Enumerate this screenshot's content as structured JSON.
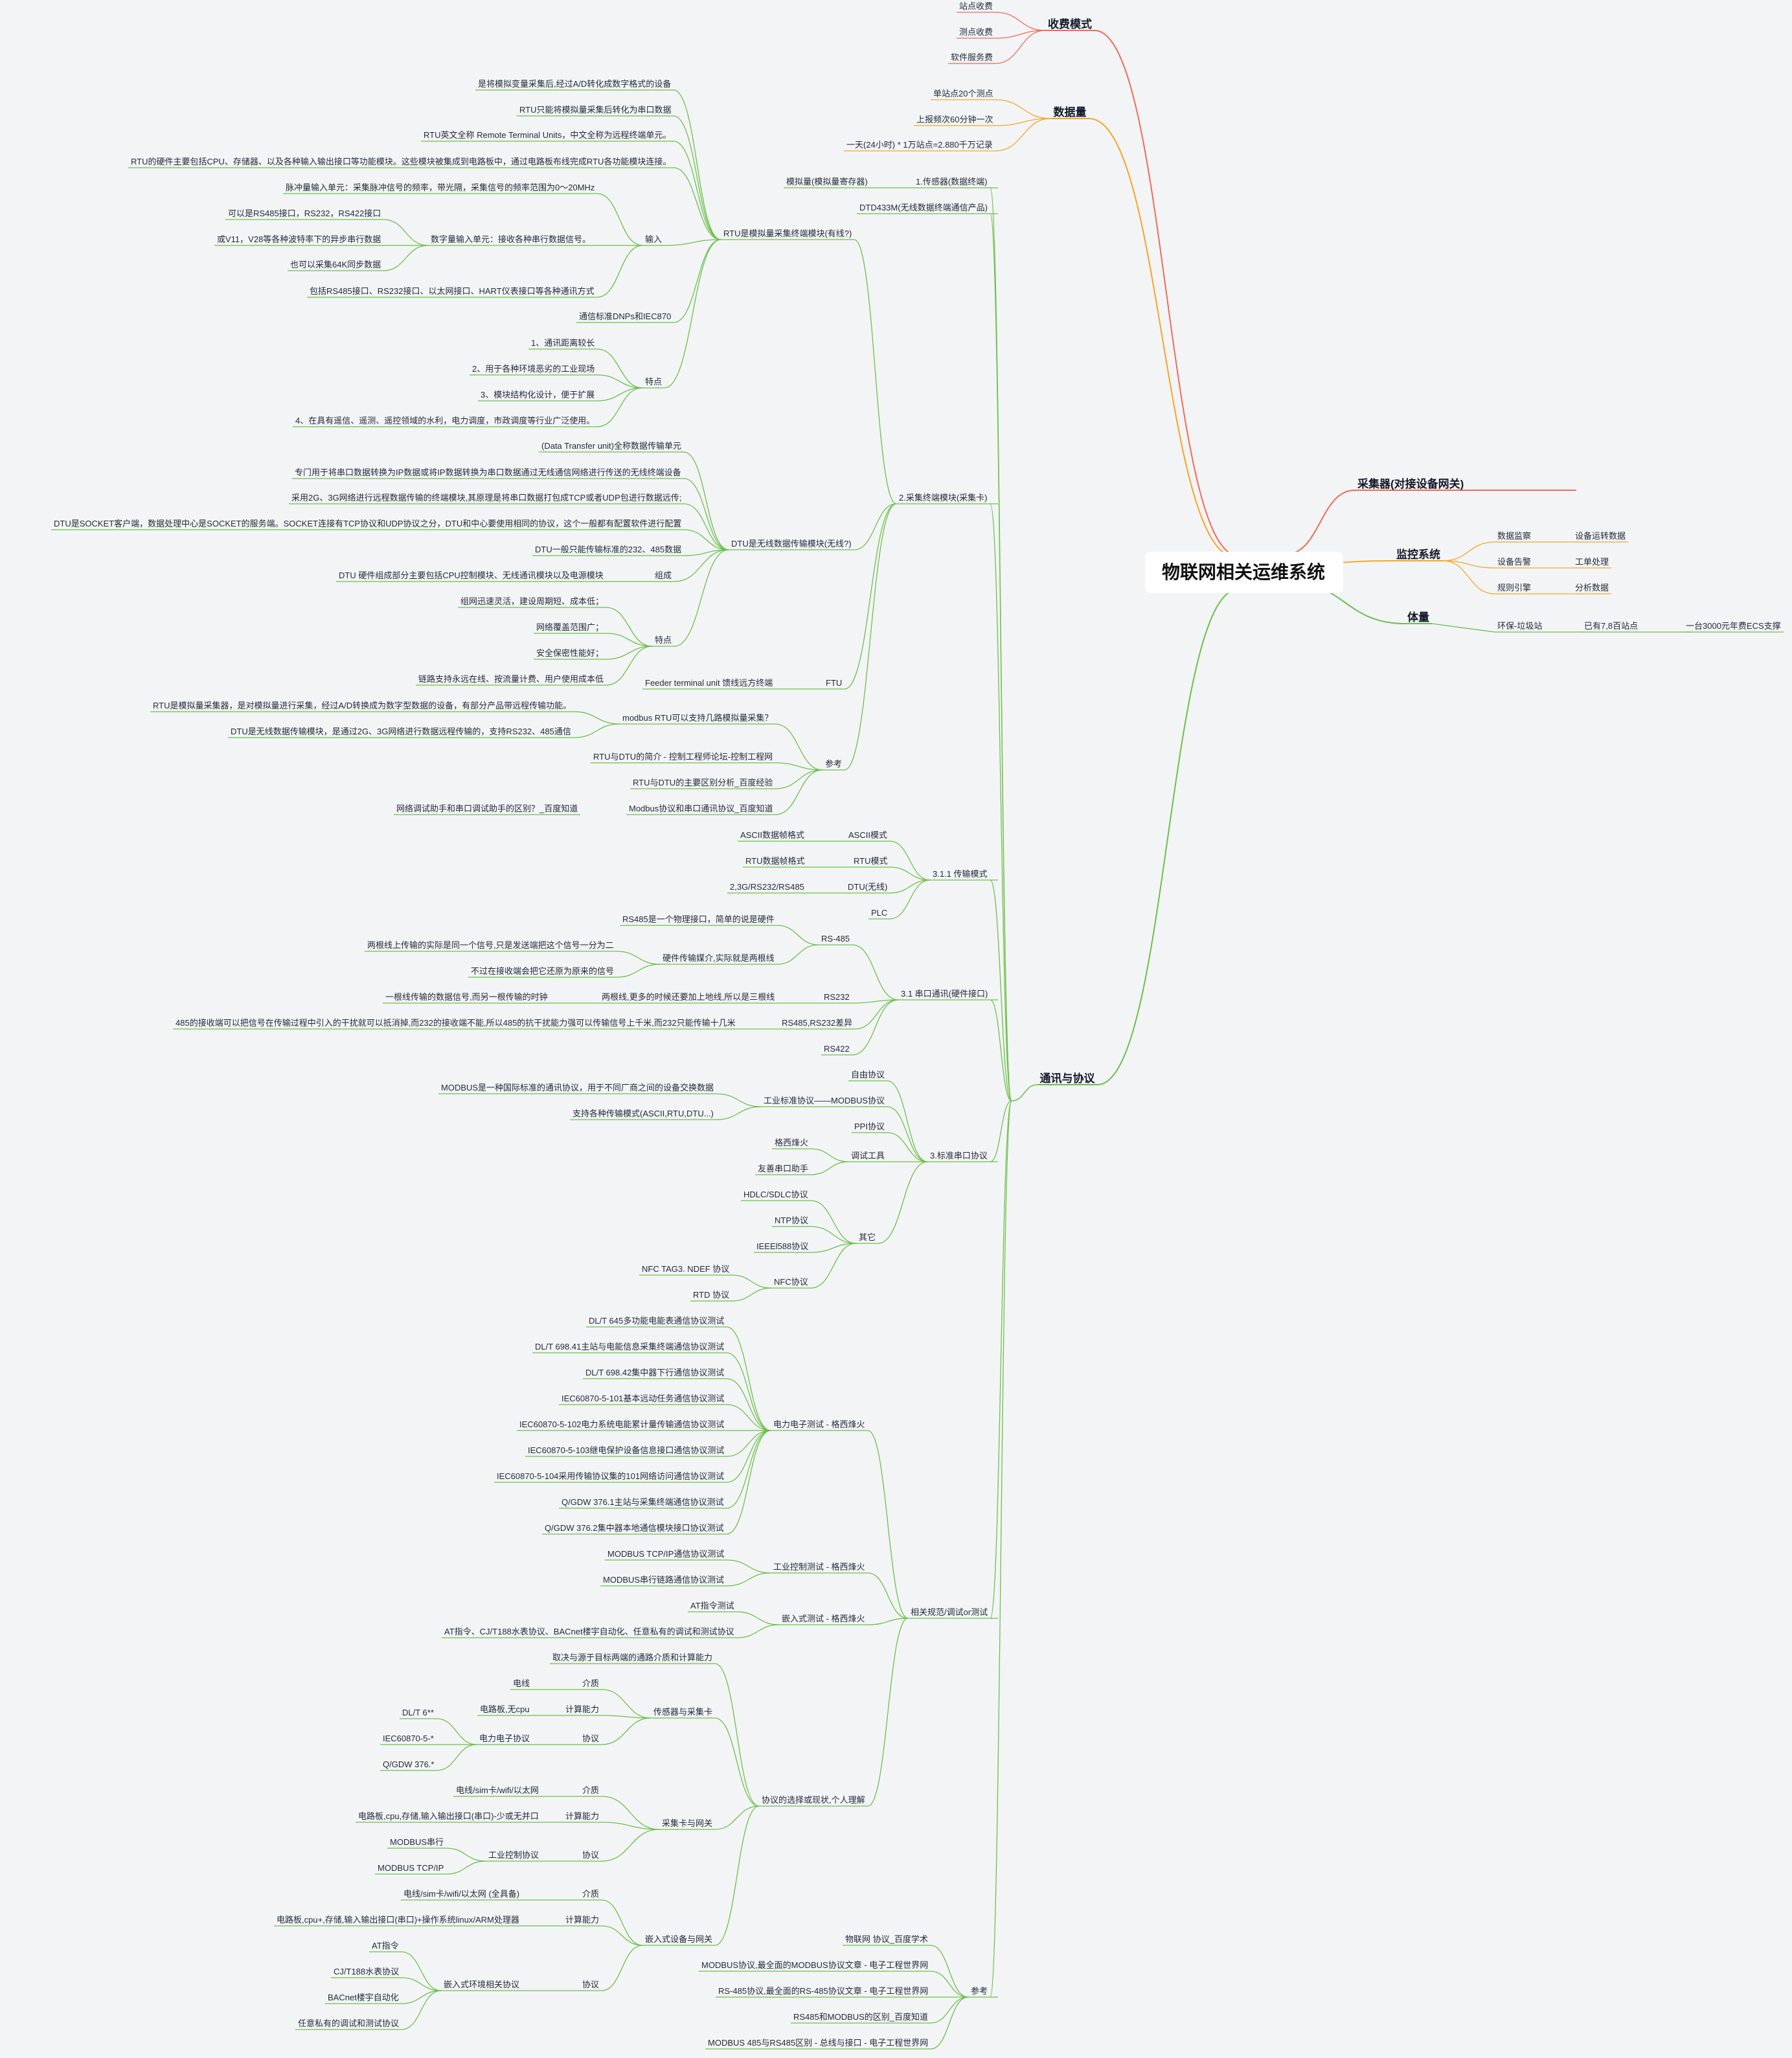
{
  "mindmap": {
    "colors": {
      "fee": "#ef6b5b",
      "data": "#f5a623",
      "sys": "#6cc04a",
      "bg": "#f3f4f6"
    },
    "root": "物联网相关运维系统",
    "branches": {
      "fee": {
        "label": "收费模式",
        "items": [
          "站点收费",
          "测点收费",
          "软件服务费"
        ]
      },
      "data": {
        "label": "数据量",
        "items": [
          "单站点20个测点",
          "上报频次60分钟一次",
          "一天(24小时) * 1万站点=2.880千万记录"
        ]
      },
      "collector": {
        "label": "采集器(对接设备网关)"
      },
      "monitor": {
        "label": "监控系统",
        "items": [
          [
            "数据监察",
            "设备运转数据"
          ],
          [
            "设备告警",
            "工单处理"
          ],
          [
            "规则引擎",
            "分析数据"
          ]
        ]
      },
      "volume": {
        "label": "体量",
        "items": [
          "环保-垃圾站",
          "已有7,8百站点",
          "一台3000元年费ECS支撑"
        ]
      },
      "comm": {
        "label": "通讯与协议"
      }
    },
    "comm": {
      "sensor": [
        "1.传感器(数据终端)",
        "模拟量(模拟量寄存器)"
      ],
      "dtd": "DTD433M(无线数据终端通信产品)",
      "collect_card": "2.采集终端模块(采集卡)",
      "rtu": {
        "label": "RTU是模拟量采集终端模块(有线?)",
        "desc": [
          "是将模拟变量采集后,经过A/D转化成数字格式的设备",
          "RTU只能将模拟量采集后转化为串口数据",
          "RTU英文全称 Remote Terminal Units，中文全称为远程终端单元。",
          "RTU的硬件主要包括CPU、存储器、以及各种输入输出接口等功能模块。这些模块被集成到电路板中，通过电路板布线完成RTU各功能模块连接。"
        ],
        "input": "输入",
        "pulse": "脉冲量输入单元：采集脉冲信号的频率，带光隔，采集信号的频率范围为0～20MHz",
        "digital": "数字量输入单元：接收各种串行数据信号。",
        "digital_items": [
          "可以是RS485接口，RS232，RS422接口",
          "或V11，V28等各种波特率下的异步串行数据",
          "也可以采集64K同步数据"
        ],
        "iface": "包括RS485接口、RS232接口、以太网接口、HART仪表接口等各种通讯方式",
        "std": "通信标准DNPs和IEC870",
        "feat": "特点",
        "feat_items": [
          "1、通讯距离较长",
          "2、用于各种环境恶劣的工业现场",
          "3、模块结构化设计，便于扩展",
          "4、在具有遥信、遥测、遥控领域的水利，电力调度，市政调度等行业广泛使用。"
        ]
      },
      "dtu": {
        "label": "DTU是无线数据传输模块(无线?)",
        "desc": [
          "(Data Transfer unit)全称数据传输单元",
          "专门用于将串口数据转换为IP数据或将IP数据转换为串口数据通过无线通信网络进行传送的无线终端设备",
          "采用2G、3G网络进行远程数据传输的终端模块,其原理是将串口数据打包成TCP或者UDP包进行数据远传;",
          "DTU是SOCKET客户端，数据处理中心是SOCKET的服务端。SOCKET连接有TCP协议和UDP协议之分，DTU和中心要使用相同的协议，这个一般都有配置软件进行配置",
          "DTU一般只能传输标准的232、485数据"
        ],
        "comp": "组成",
        "comp_item": "DTU 硬件组成部分主要包括CPU控制模块、无线通讯模块以及电源模块",
        "feat": "特点",
        "feat_items": [
          "组网迅速灵活，建设周期短、成本低；",
          "网络覆盖范围广；",
          "安全保密性能好；",
          "链路支持永远在线、按流量计费、用户使用成本低"
        ]
      },
      "ftu": [
        "FTU",
        "Feeder terminal unit 馈线远方终端"
      ],
      "ref": {
        "label": "参考",
        "modbus": "modbus RTU可以支持几路模拟量采集？",
        "modbus_items": [
          "RTU是模拟量采集器，是对模拟量进行采集，经过A/D转换成为数字型数据的设备，有部分产品带远程传输功能。",
          "DTU是无线数据传输模块，是通过2G、3G网络进行数据远程传输的，支持RS232、485通信"
        ],
        "links": [
          "RTU与DTU的简介 - 控制工程师论坛-控制工程网",
          "RTU与DTU的主要区别分析_百度经验",
          "Modbus协议和串口通讯协议_百度知道"
        ],
        "last": "网络调试助手和串口调试助手的区别？_百度知道"
      },
      "trans": {
        "label": "3.1.1 传输模式",
        "rows": [
          [
            "ASCII模式",
            "ASCII数据帧格式"
          ],
          [
            "RTU模式",
            "RTU数据帧格式"
          ],
          [
            "DTU(无线)",
            "2,3G/RS232/RS485"
          ],
          [
            "PLC",
            ""
          ]
        ]
      },
      "serial": {
        "label": "3.1 串口通讯(硬件接口)",
        "rs485": "RS-485",
        "rs485_items": [
          "RS485是一个物理接口，简单的说是硬件",
          "硬件传输媒介,实际就是两根线"
        ],
        "media_items": [
          "两根线上传输的实际是同一个信号,只是发送端把这个信号一分为二",
          "不过在接收端会把它还原为原来的信号"
        ],
        "rs232": "RS232",
        "rs232_a": "两根线,更多的时候还要加上地线,所以是三根线",
        "rs232_b": "一根线传输的数据信号,而另一根传输的时钟",
        "diff": "RS485,RS232差异",
        "diff_item": "485的接收端可以把信号在传输过程中引入的干扰就可以抵消掉,而232的接收端不能,所以485的抗干扰能力强可以传输信号上千米,而232只能传输十几米",
        "rs422": "RS422"
      },
      "std": {
        "label": "3.标准串口协议",
        "free": "自由协议",
        "ind": "工业标准协议——MODBUS协议",
        "ind_items": [
          "MODBUS是一种国际标准的通讯协议，用于不同厂商之间的设备交换数据",
          "支持各种传输模式(ASCII,RTU,DTU...)"
        ],
        "ppi": "PPI协议",
        "tool": "调试工具",
        "tool_items": [
          "格西烽火",
          "友善串口助手"
        ],
        "other": "其它",
        "other_items": [
          "HDLC/SDLC协议",
          "NTP协议",
          "IEEEl588协议",
          "NFC协议"
        ],
        "nfc_items": [
          "NFC TAG3. NDEF 协议",
          "RTD 协议"
        ]
      },
      "test": {
        "label": "相关规范/调试or测试",
        "power": "电力电子测试 - 格西烽火",
        "power_items": [
          "DL/T 645多功能电能表通信协议测试",
          "DL/T 698.41主站与电能信息采集终端通信协议测试",
          "DL/T 698.42集中器下行通信协议测试",
          "IEC60870-5-101基本远动任务通信协议测试",
          "IEC60870-5-102电力系统电能累计量传输通信协议测试",
          "IEC60870-5-103继电保护设备信息接口通信协议测试",
          "IEC60870-5-104采用传输协议集的101网络访问通信协议测试",
          "Q/GDW 376.1主站与采集终端通信协议测试",
          "Q/GDW 376.2集中器本地通信模块接口协议测试"
        ],
        "ictrl": "工业控制测试 - 格西烽火",
        "ictrl_items": [
          "MODBUS TCP/IP通信协议测试",
          "MODBUS串行链路通信协议测试"
        ],
        "emb": "嵌入式测试 - 格西烽火",
        "emb_items": [
          "AT指令测试",
          "AT指令、CJ/T188水表协议、BACnet楼宇自动化、任意私有的调试和测试协议"
        ],
        "choice": "协议的选择或现状,个人理解",
        "choice_first": "取决与源于目标两端的通路介质和计算能力",
        "sc": "传感器与采集卡",
        "sc_rows": [
          [
            "介质",
            "电线"
          ],
          [
            "计算能力",
            "电路板,无cpu"
          ],
          [
            "协议",
            "电力电子协议"
          ]
        ],
        "sc_proto_items": [
          "DL/T 6**",
          "IEC60870-5-*",
          "Q/GDW 376.*"
        ],
        "gw": "采集卡与网关",
        "gw_rows": [
          [
            "介质",
            "电线/sim卡/wifi/以太网"
          ],
          [
            "计算能力",
            "电路板,cpu,存储,输入输出接口(串口)-少或无并口"
          ],
          [
            "协议",
            "工业控制协议"
          ]
        ],
        "gw_proto_items": [
          "MODBUS串行",
          "MODBUS TCP/IP"
        ],
        "ed": "嵌入式设备与网关",
        "ed_rows": [
          [
            "介质",
            "电线/sim卡/wifi/以太网 (全具备)"
          ],
          [
            "计算能力",
            "电路板,cpu+,存储,输入输出接口(串口)+操作系统linux/ARM处理器"
          ],
          [
            "协议",
            "嵌入式环境相关协议"
          ]
        ],
        "ed_proto_items": [
          "AT指令",
          "CJ/T188水表协议",
          "BACnet楼宇自动化",
          "任意私有的调试和测试协议"
        ]
      },
      "ref2": {
        "label": "参考",
        "items": [
          "物联网 协议_百度学术",
          "MODBUS协议,最全面的MODBUS协议文章 - 电子工程世界网",
          "RS-485协议,最全面的RS-485协议文章 - 电子工程世界网",
          "RS485和MODBUS的区别_百度知道",
          "MODBUS 485与RS485区别 - 总线与接口 - 电子工程世界网"
        ]
      }
    }
  }
}
